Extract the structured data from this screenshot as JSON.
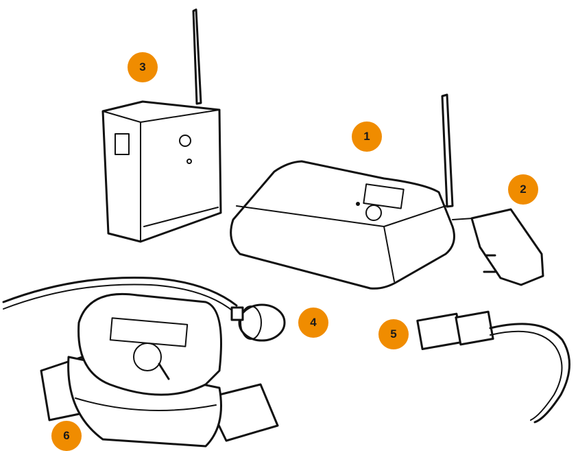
{
  "colors": {
    "badge": "#F08C00",
    "ink": "#111111",
    "background": "#FFFFFF"
  },
  "items": [
    {
      "number": "1",
      "icon": "base-station-icon"
    },
    {
      "number": "2",
      "icon": "power-adapter-icon"
    },
    {
      "number": "3",
      "icon": "wireless-repeater-icon"
    },
    {
      "number": "4",
      "icon": "pulse-sensor-icon"
    },
    {
      "number": "5",
      "icon": "network-cable-icon"
    },
    {
      "number": "6",
      "icon": "water-meter-icon"
    }
  ]
}
